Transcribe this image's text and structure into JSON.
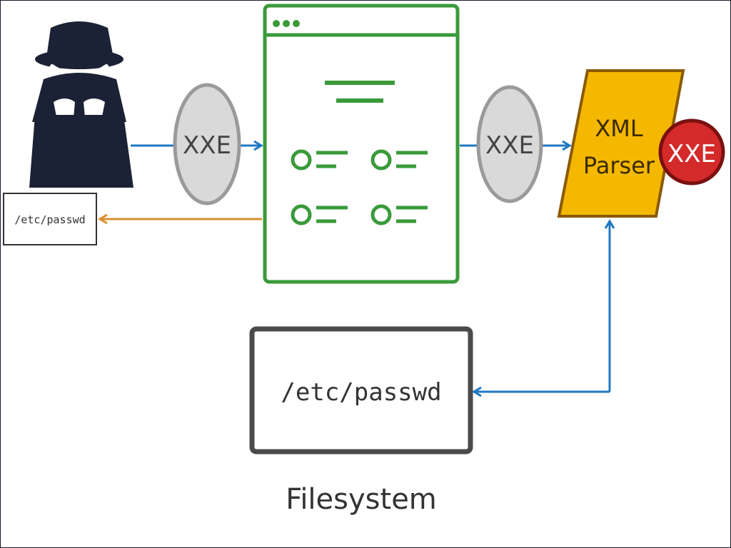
{
  "diagram": {
    "attacker_output_label": "/etc/passwd",
    "payload_label_1": "XXE",
    "payload_label_2": "XXE",
    "parser_label_line1": "XML",
    "parser_label_line2": "Parser",
    "parser_badge_label": "XXE",
    "filesystem_file_label": "/etc/passwd",
    "filesystem_caption": "Filesystem"
  },
  "colors": {
    "request_arrow": "#1f78c1",
    "response_arrow": "#d9902f",
    "app_window": "#3a9a3a",
    "payload_bubble_fill": "#d9d9d9",
    "payload_bubble_stroke": "#9a9a9a",
    "parser_fill": "#f5b800",
    "parser_stroke": "#8a5a00",
    "badge_fill": "#d42a2a",
    "filesystem_box": "#4a4a4a",
    "attacker": "#1c2236"
  }
}
